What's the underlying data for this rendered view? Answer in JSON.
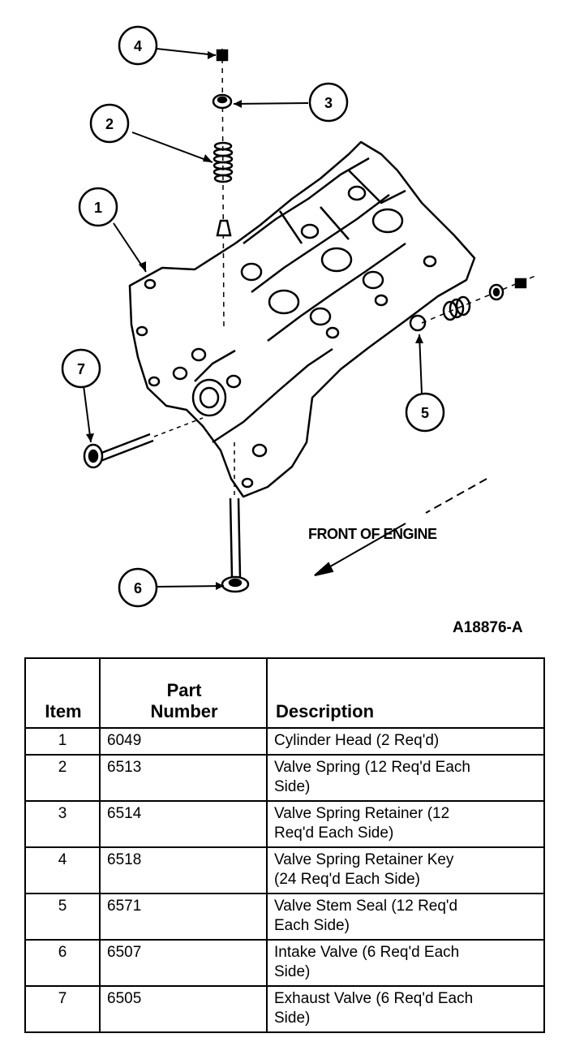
{
  "callouts": [
    "1",
    "2",
    "3",
    "4",
    "5",
    "6",
    "7"
  ],
  "front_label": "FRONT OF ENGINE",
  "figure_id": "A18876-A",
  "table": {
    "headers": {
      "item": "Item",
      "part_number_line1": "Part",
      "part_number_line2": "Number",
      "description": "Description"
    },
    "rows": [
      {
        "item": "1",
        "part": "6049",
        "desc1": "Cylinder Head (2 Req'd)",
        "desc2": ""
      },
      {
        "item": "2",
        "part": "6513",
        "desc1": "Valve Spring (12 Req'd Each",
        "desc2": "Side)"
      },
      {
        "item": "3",
        "part": "6514",
        "desc1": "Valve Spring Retainer (12",
        "desc2": "Req'd Each Side)"
      },
      {
        "item": "4",
        "part": "6518",
        "desc1": "Valve Spring Retainer Key",
        "desc2": "(24 Req'd Each Side)"
      },
      {
        "item": "5",
        "part": "6571",
        "desc1": "Valve Stem Seal (12 Req'd",
        "desc2": "Each Side)"
      },
      {
        "item": "6",
        "part": "6507",
        "desc1": "Intake Valve (6 Req'd Each",
        "desc2": "Side)"
      },
      {
        "item": "7",
        "part": "6505",
        "desc1": "Exhaust Valve (6 Req'd Each",
        "desc2": "Side)"
      }
    ]
  }
}
